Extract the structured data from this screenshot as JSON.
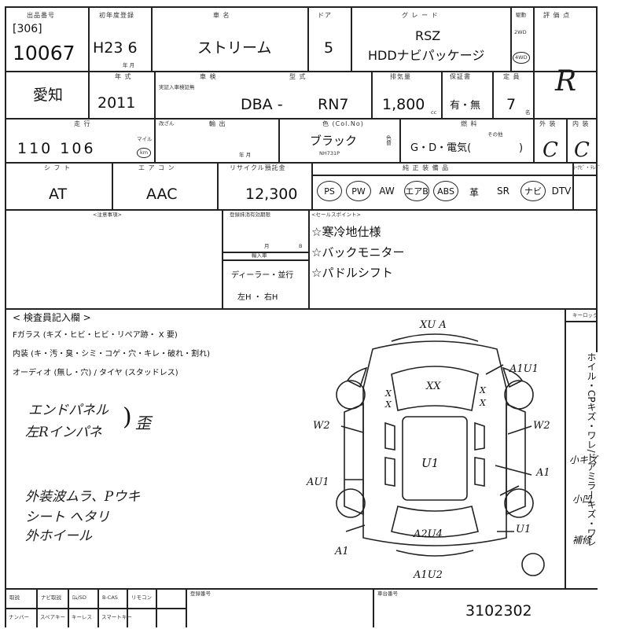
{
  "header_top": "",
  "labels": {
    "exhibit_no": "出品番号",
    "first_reg": "初年度登録",
    "first_reg_sub": "年 月",
    "car_name": "車 名",
    "doors": "ドア",
    "grade": "グ レ ー ド",
    "drive": "駆動",
    "drive_2wd": "2WD",
    "drive_4wd": "4WD",
    "score": "評 価 点",
    "model_year": "年 式",
    "inspection": "車 検",
    "inspection_sub": "実証入車検証無",
    "type": "型 式",
    "displacement": "排気量",
    "displacement_unit": "cc",
    "recycle_title": "保証書",
    "capacity": "定 員",
    "capacity_unit": "名",
    "mileage": "走 行",
    "mileage_unit_mile": "マイル",
    "mileage_unit_km": "km",
    "meter": "改ざん",
    "tax": "輸 出",
    "tax_sub": "年 月",
    "color": "色 (Col.No)",
    "color_side": "色替",
    "fuel": "燃 料",
    "fuel_other": "その他",
    "exterior": "外 装",
    "interior": "内 装",
    "shift": "シ フ ト",
    "aircon": "エ ア コ ン",
    "recycle": "リサイクル預託金",
    "equipment": "純 正 装 備 品",
    "equipment_extra": "ｶｰﾅﾋﾞ・ﾃﾚﾋﾞ",
    "notes": "<注意事項>",
    "reg_date": "登録抹消有効期限",
    "reg_month": "月",
    "reg_b": "B",
    "import": "輸入車",
    "import_dealer": "ディーラー・並行",
    "import_hand": "左H ・ 右H",
    "sales_points": "<セールスポイント>",
    "inspector": "< 検査員記入欄 >",
    "keyholder": "キーロック",
    "bottom_row1": [
      "取説",
      "ナビ取説",
      "ﾛﾑ/SD",
      "B-CAS",
      "リモコン"
    ],
    "bottom_row2": [
      "ナンバー",
      "スペアキー",
      "キーレス",
      "スマートキー"
    ],
    "reg_no": "登録番号",
    "seal_no": "車台番号"
  },
  "values": {
    "lot_code": "[306]",
    "lot_no": "10067",
    "first_reg": "H23 6",
    "car_name": "ストリーム",
    "doors": "5",
    "grade_line1": "RSZ",
    "grade_line2": "HDDナビパッケージ",
    "score": "R",
    "model_year": "2011",
    "type_prefix": "DBA -",
    "type_model": "RN7",
    "displacement": "1,800",
    "recycle_flag": "有・無",
    "capacity": "7",
    "mileage": "110 106",
    "color": "ブラック",
    "color_no": "NH731P",
    "fuel": "G・D・電気(",
    "fuel_close": ")",
    "exterior": "C",
    "interior": "C",
    "shift": "AT",
    "aircon": "AAC",
    "recycle_amount": "12,300",
    "equipment_items": [
      "PS",
      "PW",
      "AW",
      "エアB",
      "ABS",
      "革",
      "SR",
      "ナビ",
      "DTV"
    ],
    "equipment_circled": [
      true,
      true,
      false,
      true,
      true,
      false,
      false,
      true,
      false
    ],
    "sales_points": [
      "☆寒冷地仕様",
      "☆バックモニター",
      "☆パドルシフト"
    ],
    "inspector_lines": [
      "Fガラス (キズ・ヒビ・ヒビ・リペア跡・ X 要)",
      "内装 (キ・汚・臭・シミ・コゲ・穴・キレ・破れ・割れ)",
      "オーディオ (無し・穴) / タイヤ (スタッドレス)"
    ],
    "handwritten_notes": [
      "エンドパネル",
      "左Rインパネ",
      "歪",
      "外装波ムラ、Pウキ",
      "シート へタリ",
      "外ホイール"
    ],
    "side_notes": "ホイル・CPキズ・ワレ/ドアミラーキズ・ワレ",
    "side_extra": [
      "小キズ",
      "小凹",
      "補修"
    ],
    "diagram_marks": [
      "XU A",
      "A1U1",
      "W2",
      "W2",
      "XX",
      "X",
      "X",
      "X",
      "X",
      "U1",
      "AU1",
      "A1",
      "A1",
      "U1",
      "A2U4",
      "A1U2"
    ],
    "chassis_no": "3102302"
  }
}
